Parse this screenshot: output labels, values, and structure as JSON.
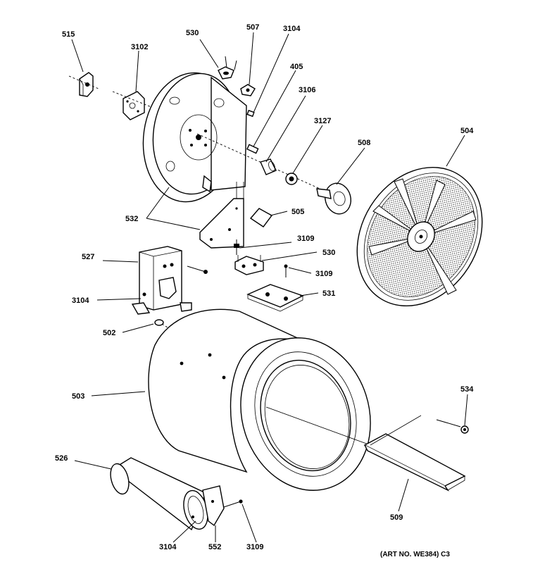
{
  "labels": {
    "l515": "515",
    "l3102": "3102",
    "l530a": "530",
    "l507": "507",
    "l3104a": "3104",
    "l405": "405",
    "l3106": "3106",
    "l3127": "3127",
    "l508": "508",
    "l504": "504",
    "l532": "532",
    "l505": "505",
    "l3109a": "3109",
    "l527": "527",
    "l530b": "530",
    "l3109b": "3109",
    "l3104b": "3104",
    "l531": "531",
    "l502": "502",
    "l503": "503",
    "l534": "534",
    "l526": "526",
    "l509": "509",
    "l3104c": "3104",
    "l552": "552",
    "l3109c": "3109"
  },
  "art_number": "(ART NO. WE384) C3"
}
